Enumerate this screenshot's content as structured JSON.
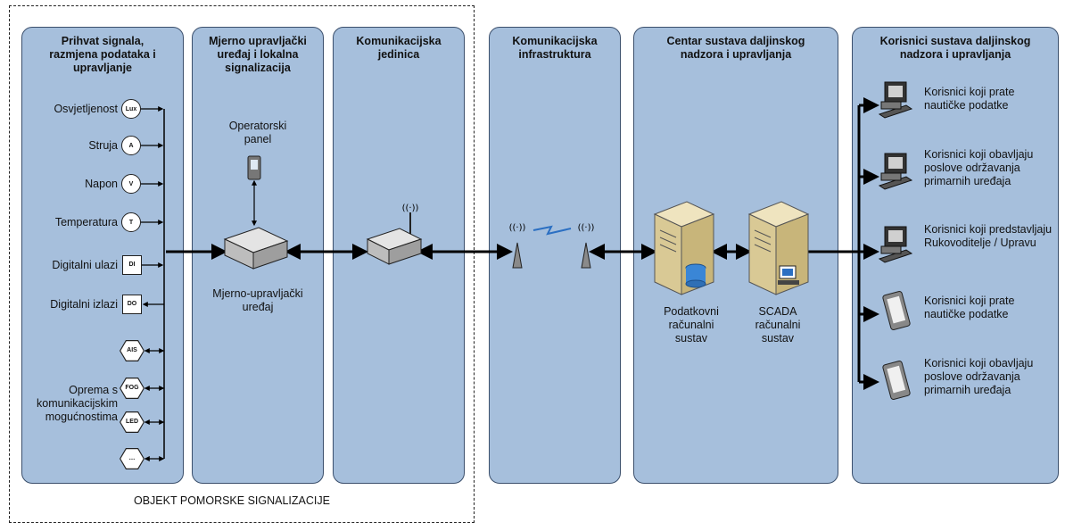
{
  "panels": [
    {
      "id": "p1",
      "title": "Prihvat signala,\nrazmjena podataka i\nupravljanje"
    },
    {
      "id": "p2",
      "title": "Mjerno upravljački\nuređaj i lokalna\nsignalizacija"
    },
    {
      "id": "p3",
      "title": "Komunikacijska\njedinica"
    },
    {
      "id": "p4",
      "title": "Komunikacijska\ninfrastruktura"
    },
    {
      "id": "p5",
      "title": "Centar sustava daljinskog\nnadzora i upravljanja"
    },
    {
      "id": "p6",
      "title": "Korisnici sustava daljinskog\nnadzora i upravljanja"
    }
  ],
  "signals": [
    {
      "label": "Osvjetljenost",
      "code": "Lux"
    },
    {
      "label": "Struja",
      "code": "A"
    },
    {
      "label": "Napon",
      "code": "V"
    },
    {
      "label": "Temperatura",
      "code": "T"
    },
    {
      "label": "Digitalni ulazi",
      "code": "DI"
    },
    {
      "label": "Digitalni izlazi",
      "code": "DO"
    }
  ],
  "equipment": {
    "label": "Oprema s\nkomunikacijskim\nmogućnostima",
    "codes": [
      "AIS",
      "FOG",
      "LED",
      "…"
    ]
  },
  "device": {
    "operator_panel": "Operatorski\npanel",
    "measure_unit": "Mjerno-upravljački\nuređaj"
  },
  "center": {
    "db_label": "Podatkovni\nračunalni\nsustav",
    "scada_label": "SCADA\nračunalni\nsustav"
  },
  "users": [
    "Korisnici koji prate\nnautičke podatke",
    "Korisnici koji obavljaju\nposlove održavanja\nprimarnih uređaja",
    "Korisnici koji predstavljaju\nRukovoditelje / Upravu",
    "Korisnici koji prate\nnautičke podatke",
    "Korisnici koji obavljaju\nposlove održavanja\nprimarnih uređaja"
  ],
  "boundary_label": "OBJEKT POMORSKE SIGNALIZACIJE"
}
